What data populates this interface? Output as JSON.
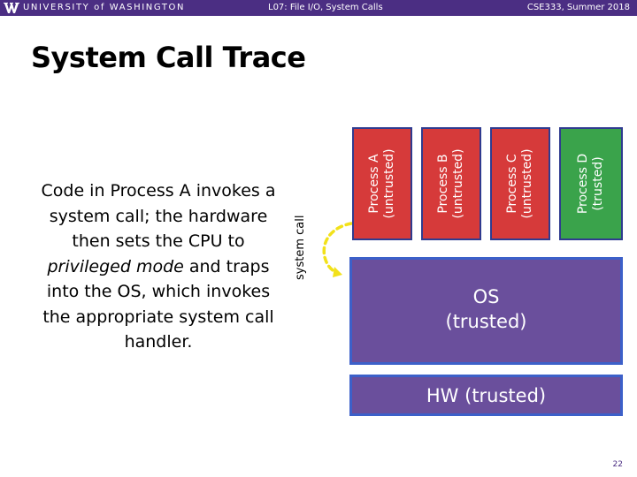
{
  "header": {
    "university": "UNIVERSITY of WASHINGTON",
    "lecture": "L07: File I/O, System Calls",
    "course": "CSE333, Summer 2018",
    "color": "#4b2e83"
  },
  "title": "System Call Trace",
  "body": {
    "part1": "Code in Process A invokes a system call; the hardware then sets the CPU to ",
    "emphasis": "privileged mode",
    "part2": " and traps into the OS, which invokes the appropriate system call handler."
  },
  "diagram": {
    "syscall_label": "system call",
    "processes": [
      {
        "name": "Process A",
        "trust": "(untrusted)",
        "color": "#d63a3a"
      },
      {
        "name": "Process B",
        "trust": "(untrusted)",
        "color": "#d63a3a"
      },
      {
        "name": "Process C",
        "trust": "(untrusted)",
        "color": "#d63a3a"
      },
      {
        "name": "Process D",
        "trust": "(trusted)",
        "color": "#3aa34b"
      }
    ],
    "os": {
      "line1": "OS",
      "line2": "(trusted)",
      "color": "#6a4f9c"
    },
    "hw": {
      "label": "HW (trusted)",
      "color": "#6a4f9c"
    },
    "arrow_color": "#f2e11a"
  },
  "page_number": "22"
}
